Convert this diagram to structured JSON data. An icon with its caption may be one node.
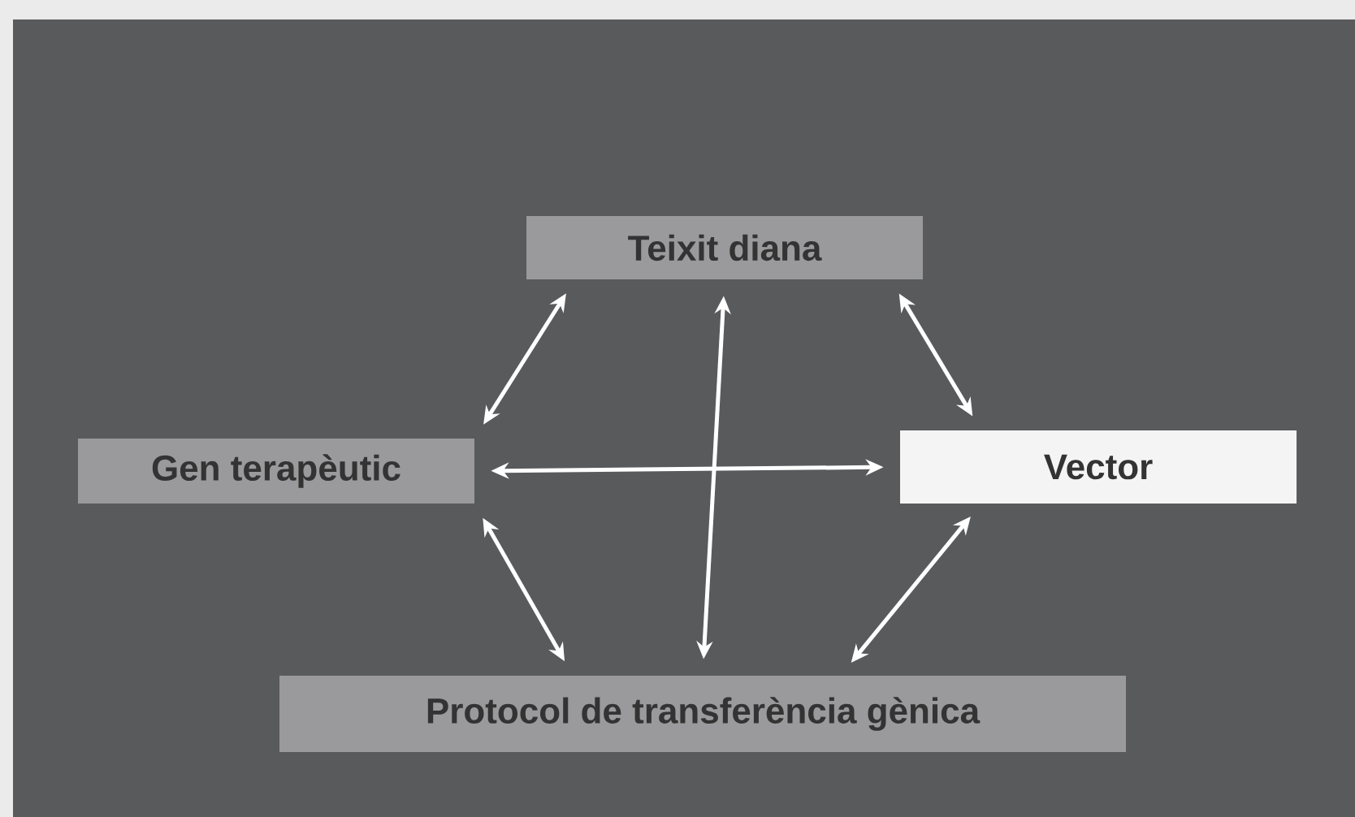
{
  "diagram": {
    "nodes": [
      {
        "text": [
          "Teixit diana"
        ]
      },
      {
        "text": [
          "Gen terapèutic"
        ]
      },
      {
        "text": [
          "Vector"
        ]
      },
      {
        "text": [
          "Protocol de transferència gènica"
        ]
      }
    ],
    "edges": [
      {
        "from": 0,
        "to": 1,
        "arrow": "both"
      },
      {
        "from": 0,
        "to": 2,
        "arrow": "both"
      },
      {
        "from": 0,
        "to": 3,
        "arrow": "both"
      },
      {
        "from": 1,
        "to": 2,
        "arrow": "both"
      },
      {
        "from": 1,
        "to": 3,
        "arrow": "both"
      },
      {
        "from": 2,
        "to": 3,
        "arrow": "both"
      }
    ]
  }
}
